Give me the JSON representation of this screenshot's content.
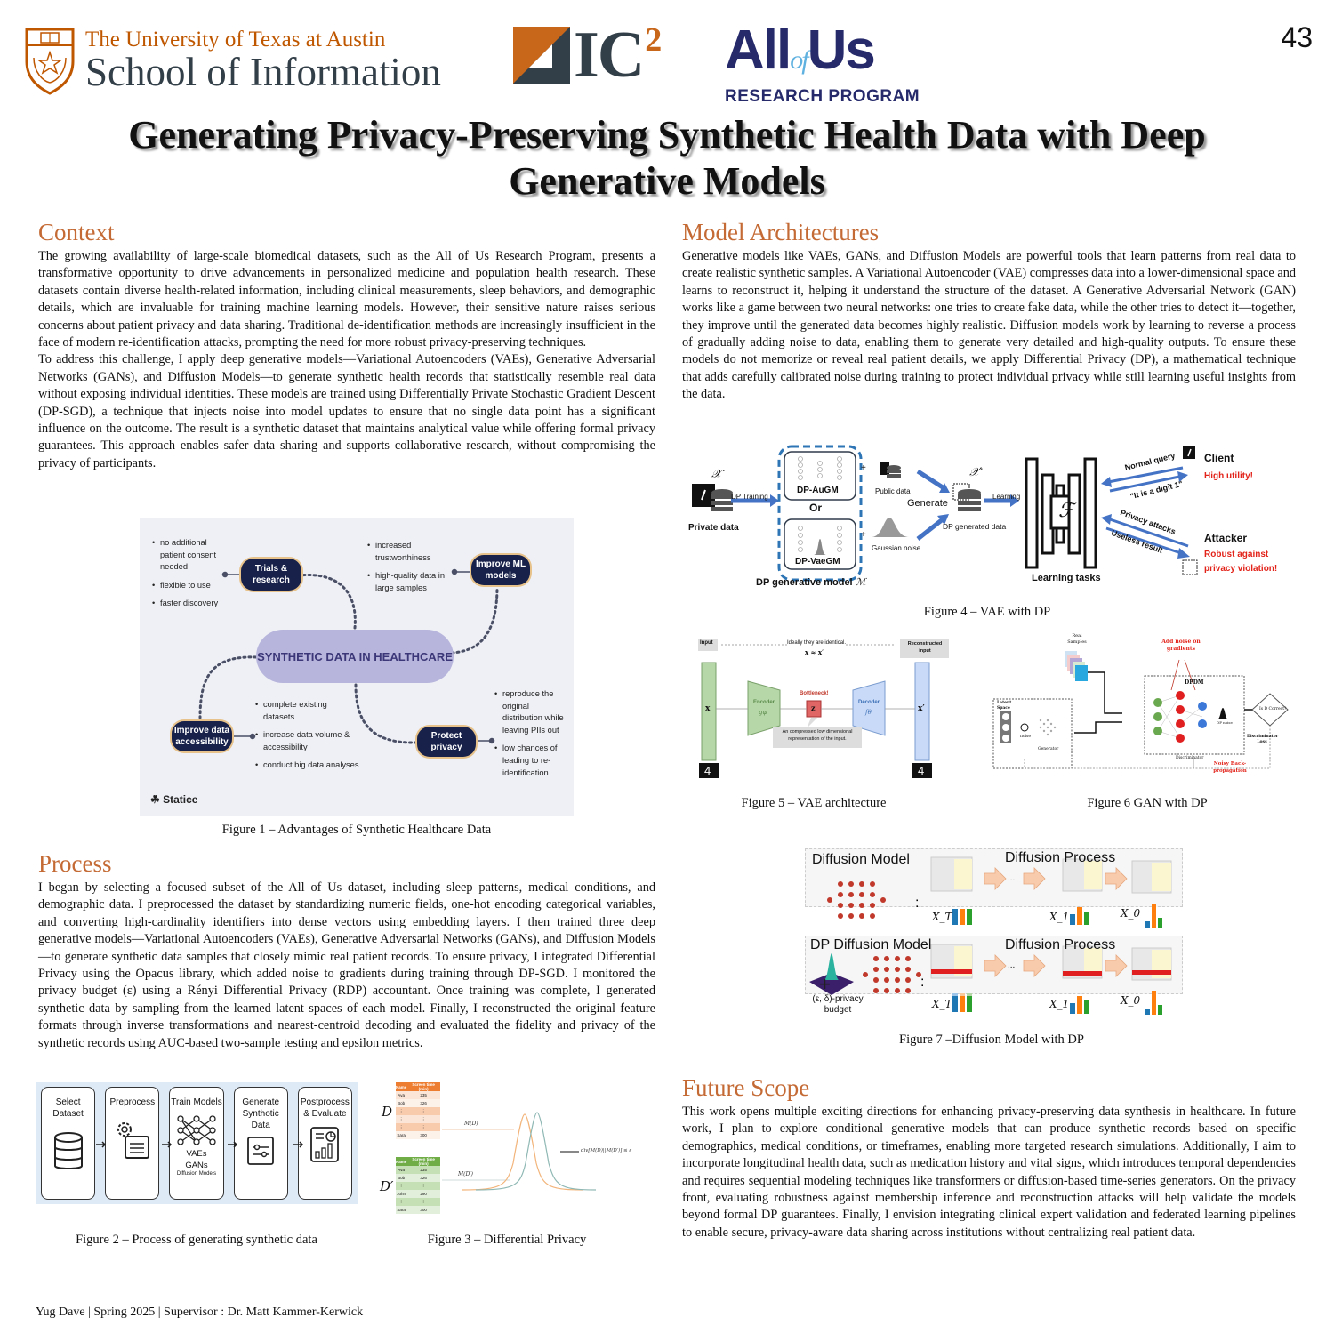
{
  "header": {
    "ut_line1": "The University of Texas at Austin",
    "ut_line2": "School of Information",
    "ic2_text": "IC",
    "ic2_sup": "2",
    "allofus_all": "All",
    "allofus_of": "of",
    "allofus_us": "Us",
    "allofus_sub": "RESEARCH PROGRAM",
    "poster_number": "43",
    "title_line1": "Generating Privacy-Preserving Synthetic Health Data with Deep",
    "title_line2": "Generative Models"
  },
  "colors": {
    "section_heading": "#c46a34",
    "ut_orange": "#bf5700",
    "ut_slate": "#333f48",
    "allofus_navy": "#262a6b",
    "allofus_light_blue": "#5fb1e0"
  },
  "context": {
    "heading": "Context",
    "para1": "The growing availability of large-scale biomedical datasets, such as the All of Us Research Program, presents a transformative opportunity to drive advancements in personalized medicine and population health research. These datasets contain diverse health-related information, including clinical measurements, sleep behaviors, and demographic details, which are invaluable for training machine learning models. However, their sensitive nature raises serious concerns about patient privacy and data sharing. Traditional de-identification methods are increasingly insufficient in the face of modern re-identification attacks, prompting the need for more robust privacy-preserving techniques.",
    "para2": "To address this challenge, I apply deep generative models—Variational Autoencoders (VAEs), Generative Adversarial Networks (GANs), and Diffusion Models—to generate synthetic health records that statistically resemble real data without exposing individual identities. These models are trained using Differentially Private Stochastic Gradient Descent (DP-SGD), a technique that injects noise into model updates to ensure that no single data point has a significant influence on the outcome. The result is a synthetic dataset that maintains analytical value while offering formal privacy guarantees. This approach enables safer data sharing and supports collaborative research, without compromising the privacy of participants."
  },
  "figure1": {
    "center": "SYNTHETIC DATA IN HEALTHCARE",
    "nodes": {
      "trials": "Trials & research",
      "ml": "Improve ML models",
      "access": "Improve data accessibility",
      "privacy": "Protect privacy"
    },
    "bullets": {
      "trials": [
        "no additional patient consent needed",
        "flexible to use",
        "faster discovery"
      ],
      "ml": [
        "increased trustworthiness",
        "high-quality data in large samples"
      ],
      "access": [
        "complete existing datasets",
        "increase data volume & accessibility",
        "conduct big data analyses"
      ],
      "privacy": [
        "reproduce the original distribution while leaving PIIs out",
        "low chances of leading to re-identification"
      ]
    },
    "brand": "Statice",
    "caption": "Figure 1 – Advantages of Synthetic Healthcare Data"
  },
  "process": {
    "heading": "Process",
    "para": "I began by selecting a focused subset of the All of Us dataset, including sleep patterns, medical conditions, and demographic data. I preprocessed the dataset by standardizing numeric fields, one-hot encoding categorical variables, and converting high-cardinality identifiers into dense vectors using embedding layers. I then trained three deep generative models—Variational Autoencoders (VAEs), Generative Adversarial Networks (GANs), and Diffusion Models—to generate synthetic data samples that closely mimic real patient records. To ensure privacy, I integrated Differential Privacy using the Opacus library, which added noise to gradients during training through DP-SGD. I monitored the privacy budget (ε) using a Rényi Differential Privacy (RDP) accountant. Once training was complete, I generated synthetic data by sampling from the learned latent spaces of each model. Finally, I reconstructed the original feature formats through inverse transformations and nearest-centroid decoding and evaluated the fidelity and privacy of the synthetic records using AUC-based two-sample testing and epsilon metrics."
  },
  "figure2": {
    "steps": [
      {
        "label": "Select Dataset"
      },
      {
        "label": "Preprocess"
      },
      {
        "label": "Train Models",
        "sub1": "VAEs",
        "sub2": "GANs",
        "sub3": "Diffusion Models"
      },
      {
        "label": "Generate Synthotic Data"
      },
      {
        "label": "Postprocess & Evaluate"
      }
    ],
    "caption": "Figure 2 – Process of generating synthetic data"
  },
  "figure3": {
    "label_d": "D",
    "label_d_prime": "D′",
    "m_d": "M(D)",
    "m_d_prime": "M(D′)",
    "divergence": "div[M(D)||M(D′)] ≤ ε",
    "table_header": [
      "Name",
      "Screen time (min)"
    ],
    "table_d": [
      [
        "Ava",
        "235"
      ],
      [
        "Bob",
        "326"
      ],
      [
        "⋮",
        "⋮"
      ],
      [
        "⋮",
        "⋮"
      ],
      [
        "⋮",
        "⋮"
      ],
      [
        "Sara",
        "300"
      ]
    ],
    "table_d_prime": [
      [
        "Ava",
        "235"
      ],
      [
        "Bob",
        "326"
      ],
      [
        "⋮",
        "⋮"
      ],
      [
        "John",
        "290"
      ],
      [
        "⋮",
        "⋮"
      ],
      [
        "Sara",
        "300"
      ]
    ],
    "caption": "Figure 3 – Differential Privacy"
  },
  "model_architectures": {
    "heading": "Model Architectures",
    "para": "Generative models like VAEs, GANs, and Diffusion Models are powerful tools that learn patterns from real data to create realistic synthetic samples. A Variational Autoencoder (VAE) compresses data into a lower-dimensional space and learns to reconstruct it, helping it understand the structure of the dataset. A Generative Adversarial Network (GAN) works like a game between two neural networks: one tries to create fake data, while the other tries to detect it—together, they improve until the generated data becomes highly realistic. Diffusion models work by learning to reverse a process of gradually adding noise to data, enabling them to generate very detailed and high-quality outputs. To ensure these models do not memorize or reveal real patient details, we apply Differential Privacy (DP), a mathematical technique that adds carefully calibrated noise during training to protect individual privacy while still learning useful insights from the data."
  },
  "figure4": {
    "x_label": "𝒳",
    "x_prime_label": "𝒳′",
    "private_data": "Private data",
    "dp_training": "DP Training",
    "dp_augm": "DP-AuGM",
    "or": "Or",
    "dp_vaegm": "DP-VaeGM",
    "dp_model": "DP generative model",
    "dp_model_symbol": "ℳ",
    "public_data": "Public data",
    "gaussian_noise": "Gaussian noise",
    "generate": "Generate",
    "dp_generated": "DP generated data",
    "learning": "Learning",
    "f_symbol": "ℱ",
    "learning_tasks": "Learning tasks",
    "normal_query": "Normal query",
    "digit_answer": "\"It is a digit 1\"",
    "privacy_attacks": "Privacy attacks",
    "useless_result": "Useless result",
    "client": "Client",
    "high_utility": "High utility!",
    "attacker": "Attacker",
    "robust1": "Robust against",
    "robust2": "privacy violation!",
    "caption": "Figure 4 – VAE with DP"
  },
  "figure5": {
    "input": "Input",
    "reconstructed": "Reconstructed input",
    "identical": "Ideally they are identical.",
    "approx": "x ≈ x′",
    "x": "x",
    "x_prime": "x′",
    "encoder": "Encoder",
    "encoder_fn": "gφ",
    "bottleneck": "Bottleneck!",
    "z": "z",
    "decoder": "Decoder",
    "decoder_fn": "fθ",
    "compressed": "An compressed low dimensional representation of the input.",
    "digit": "4",
    "caption": "Figure 5 – VAE architecture"
  },
  "figure6": {
    "real_samples": "Real Samples",
    "add_noise": "Add noise on gradients",
    "dpdm": "DPDM",
    "latent_space": "Latent Space",
    "noise": "noise",
    "generator": "Generator",
    "discriminator": "Discriminator",
    "dp_noise": "DP noise",
    "is_correct": "Is D Correct?",
    "disc_loss": "Discriminator Loss",
    "noisy_bp": "Noisy Back-propagation",
    "caption": "Figure 6 GAN with DP"
  },
  "figure7": {
    "diffusion_model": "Diffusion Model",
    "dp_diffusion_model": "DP Diffusion Model",
    "diffusion_process": "Diffusion Process",
    "privacy_budget": "(ε, δ)-privacy budget",
    "x_t": "X_T",
    "x_1": "X_1",
    "x_0": "X_0",
    "ellipsis": "...",
    "caption": "Figure 7 –Diffusion Model with DP"
  },
  "future_scope": {
    "heading": "Future Scope",
    "para": "This work opens multiple exciting directions for enhancing privacy-preserving data synthesis in healthcare. In future work, I plan to explore conditional generative models that can produce synthetic records based on specific demographics, medical conditions, or timeframes, enabling more targeted research simulations. Additionally, I aim to incorporate longitudinal health data, such as medication history and vital signs, which introduces temporal dependencies and requires sequential modeling techniques like transformers or diffusion-based time-series generators. On the privacy front, evaluating robustness against membership inference and reconstruction attacks will help validate the models beyond formal DP guarantees. Finally, I envision integrating clinical expert validation and federated learning pipelines to enable secure, privacy-aware data sharing across institutions without centralizing real patient data."
  },
  "footer": {
    "text": "Yug Dave | Spring 2025 | Supervisor : Dr. Matt Kammer-Kerwick"
  }
}
